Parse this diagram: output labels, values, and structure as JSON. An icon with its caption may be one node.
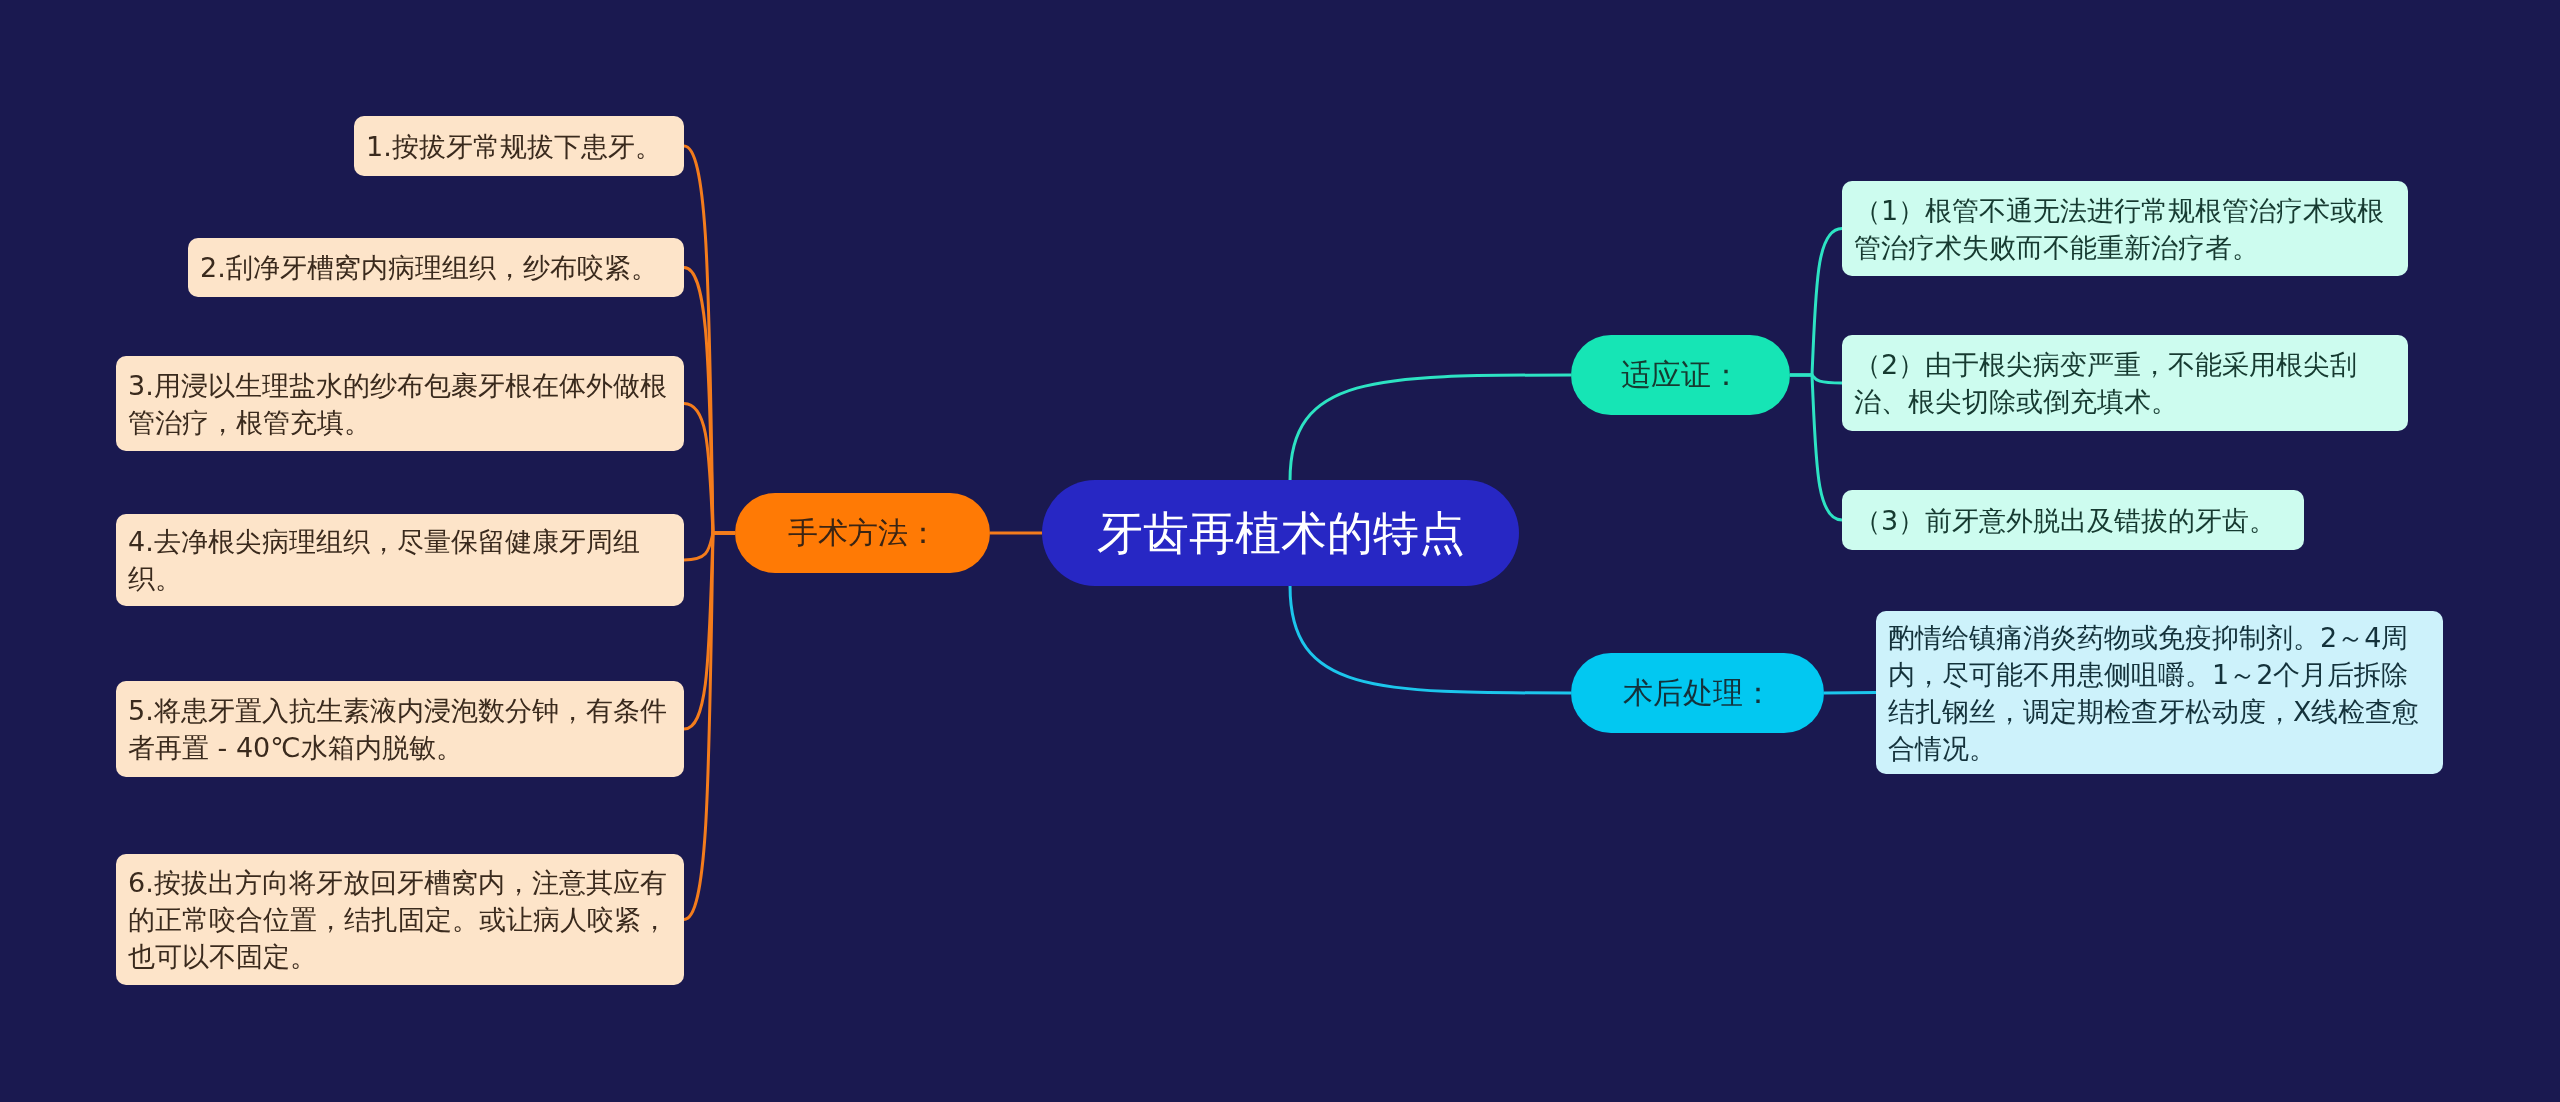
{
  "diagram": {
    "nodes": [
      {
        "text": [
          "牙齿再植术的特点"
        ]
      },
      {
        "text": [
          "手术方法："
        ]
      },
      {
        "text": [
          "1.按拔牙常规拔下患牙。"
        ]
      },
      {
        "text": [
          "2.刮净牙槽窝内病理组织，纱布咬紧。"
        ]
      },
      {
        "text": [
          "3.用浸以生理盐水的纱布包裹牙根在体外做根管治疗，根管充填。"
        ]
      },
      {
        "text": [
          "4.去净根尖病理组织，尽量保留健康牙周组织。"
        ]
      },
      {
        "text": [
          "5.将患牙置入抗生素液内浸泡数分钟，有条件者再置 - 40℃水箱内脱敏。"
        ]
      },
      {
        "text": [
          "6.按拔出方向将牙放回牙槽窝内，注意其应有的正常咬合位置，结扎固定。或让病人咬紧，也可以不固定。"
        ]
      },
      {
        "text": [
          "适应证："
        ]
      },
      {
        "text": [
          "（1）根管不通无法进行常规根管治疗术或根管治疗术失败而不能重新治疗者。"
        ]
      },
      {
        "text": [
          "（2）由于根尖病变严重，不能采用根尖刮治、根尖切除或倒充填术。"
        ]
      },
      {
        "text": [
          "（3）前牙意外脱出及错拔的牙齿。"
        ]
      },
      {
        "text": [
          "术后处理："
        ]
      },
      {
        "text": [
          "酌情给镇痛消炎药物或免疫抑制剂。2～4周内，尽可能不用患侧咀嚼。1～2个月后拆除结扎钢丝，调定期检查牙松动度，X线检查愈合情况。"
        ]
      }
    ],
    "edges": [
      {
        "from": 0,
        "to": 1,
        "arrow": "none"
      },
      {
        "from": 1,
        "to": 2,
        "arrow": "none"
      },
      {
        "from": 1,
        "to": 3,
        "arrow": "none"
      },
      {
        "from": 1,
        "to": 4,
        "arrow": "none"
      },
      {
        "from": 1,
        "to": 5,
        "arrow": "none"
      },
      {
        "from": 1,
        "to": 6,
        "arrow": "none"
      },
      {
        "from": 1,
        "to": 7,
        "arrow": "none"
      },
      {
        "from": 0,
        "to": 8,
        "arrow": "none",
        "color": "#2de3c3"
      },
      {
        "from": 8,
        "to": 9,
        "arrow": "none",
        "color": "#2de3c3"
      },
      {
        "from": 8,
        "to": 10,
        "arrow": "none",
        "color": "#2de3c3"
      },
      {
        "from": 8,
        "to": 11,
        "arrow": "none",
        "color": "#2de3c3"
      },
      {
        "from": 0,
        "to": 12,
        "arrow": "none",
        "color": "#1cc6ec"
      },
      {
        "from": 12,
        "to": 13,
        "arrow": "none",
        "color": "#1cc6ec"
      }
    ]
  }
}
